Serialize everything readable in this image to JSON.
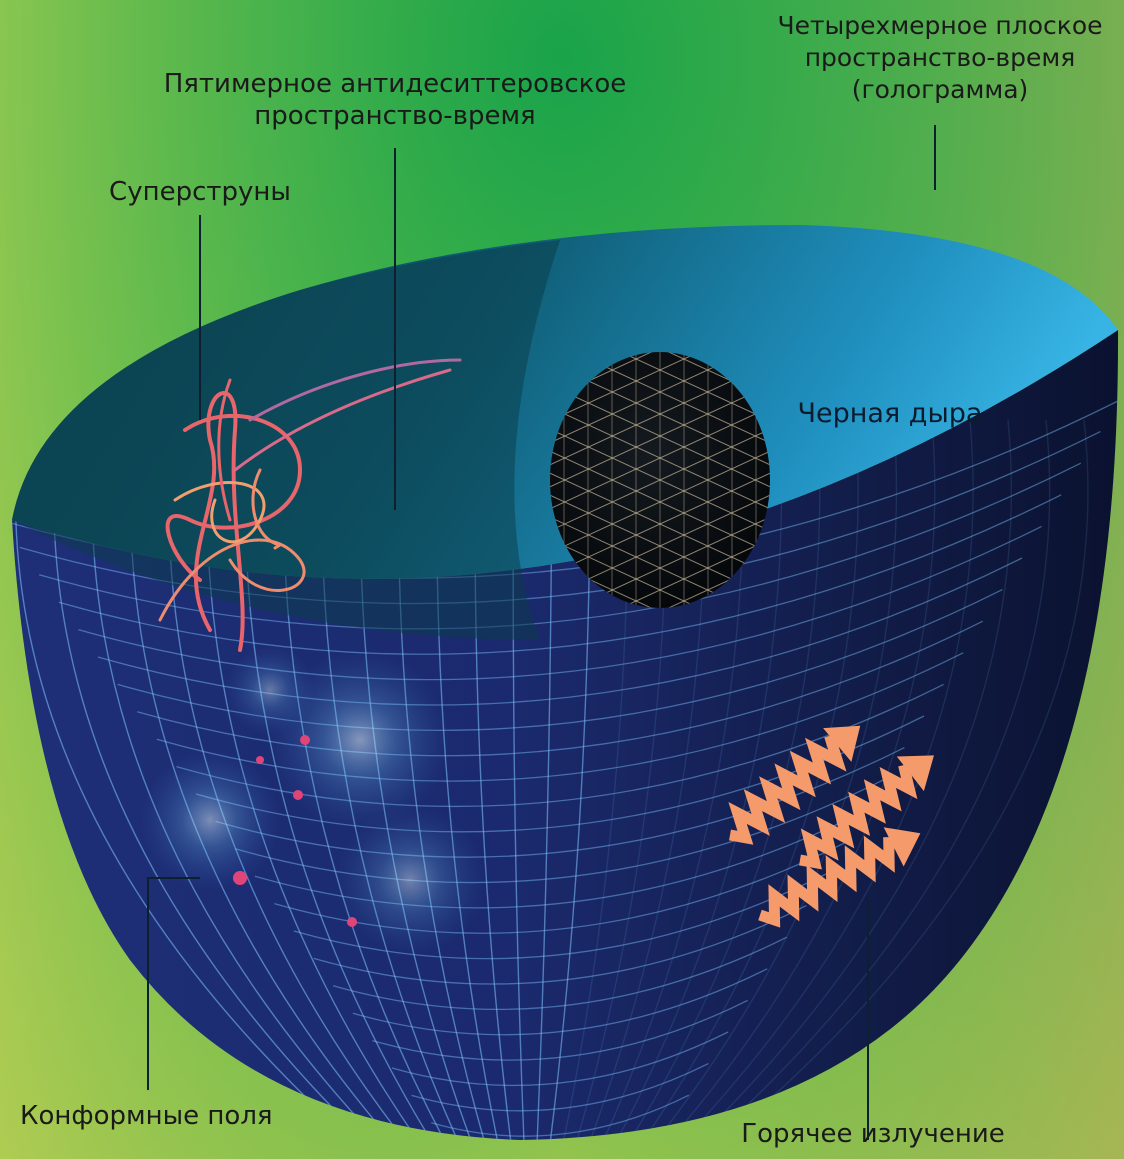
{
  "labels": {
    "supersstrings": "Суперструны",
    "ads5_line1": "Пятимерное антидеситтеровское",
    "ads5_line2": "пространство-время",
    "flat4_line1": "Четырехмерное плоское",
    "flat4_line2": "пространство-время",
    "flat4_line3": "(голограмма)",
    "black_hole": "Черная дыра",
    "conformal_fields": "Конформные поля",
    "hot_radiation": "Горячее излучение"
  },
  "colors": {
    "bg_top": "#1aa34a",
    "bg_left": "#8fc24a",
    "bg_right": "#2a9a55",
    "bowl_inner_light": "#2ab0e0",
    "bowl_inner_dark": "#0d4a5e",
    "bowl_outer": "#1a2a6a",
    "bowl_outer_dark": "#0d1533",
    "string_color": "#e8656b",
    "wave_color": "#f59a6a",
    "black_hole": "#0a0f14",
    "grid_light": "#9fd8ff"
  },
  "icons": [
    "black-hole-sphere",
    "superstring-tangle",
    "wavy-arrow"
  ]
}
